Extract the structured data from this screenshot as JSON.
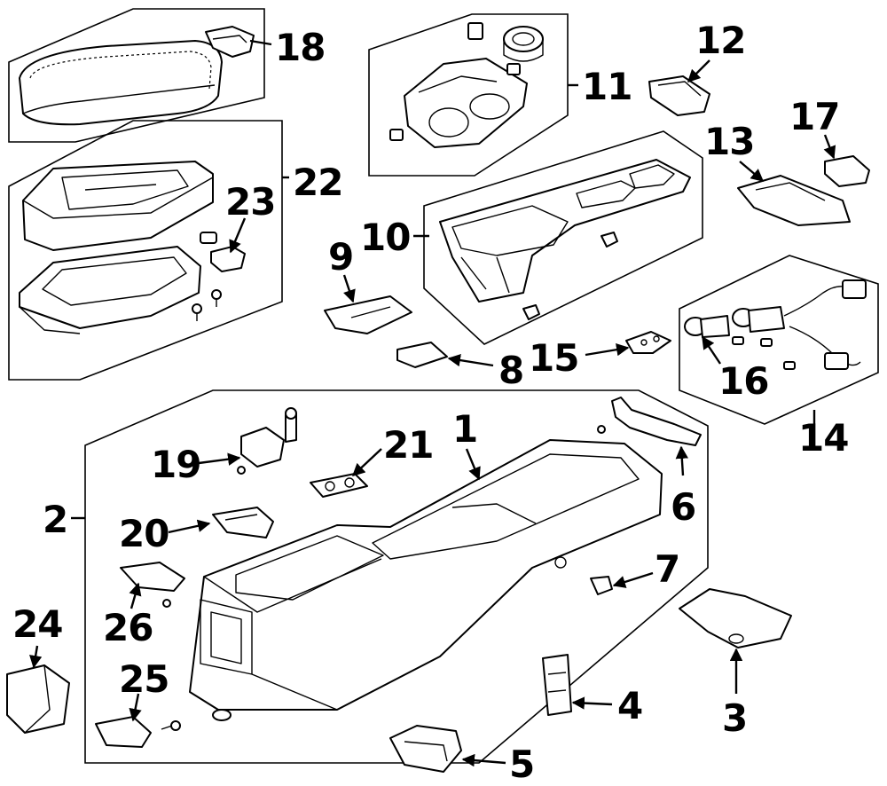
{
  "callouts": {
    "c1": "1",
    "c2": "2",
    "c3": "3",
    "c4": "4",
    "c5": "5",
    "c6": "6",
    "c7": "7",
    "c8": "8",
    "c9": "9",
    "c10": "10",
    "c11": "11",
    "c12": "12",
    "c13": "13",
    "c14": "14",
    "c15": "15",
    "c16": "16",
    "c17": "17",
    "c18": "18",
    "c19": "19",
    "c20": "20",
    "c21": "21",
    "c22": "22",
    "c23": "23",
    "c24": "24",
    "c25": "25",
    "c26": "26"
  },
  "colors": {
    "ink": "#000000",
    "paper": "#ffffff"
  }
}
